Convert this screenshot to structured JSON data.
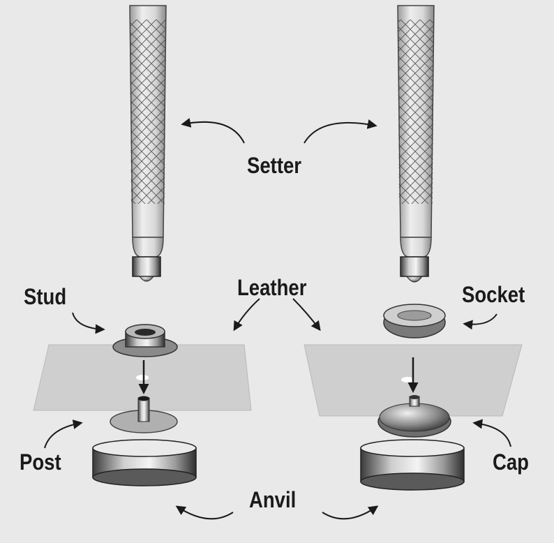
{
  "labels": {
    "setter": "Setter",
    "leather": "Leather",
    "stud": "Stud",
    "socket": "Socket",
    "post": "Post",
    "cap": "Cap",
    "anvil": "Anvil"
  },
  "colors": {
    "background": "#e9e9e9",
    "leather": "#cfcfcf",
    "metal_dark": "#3a3a3a",
    "metal_light": "#f2f2f2",
    "ink": "#1a1a1a"
  }
}
